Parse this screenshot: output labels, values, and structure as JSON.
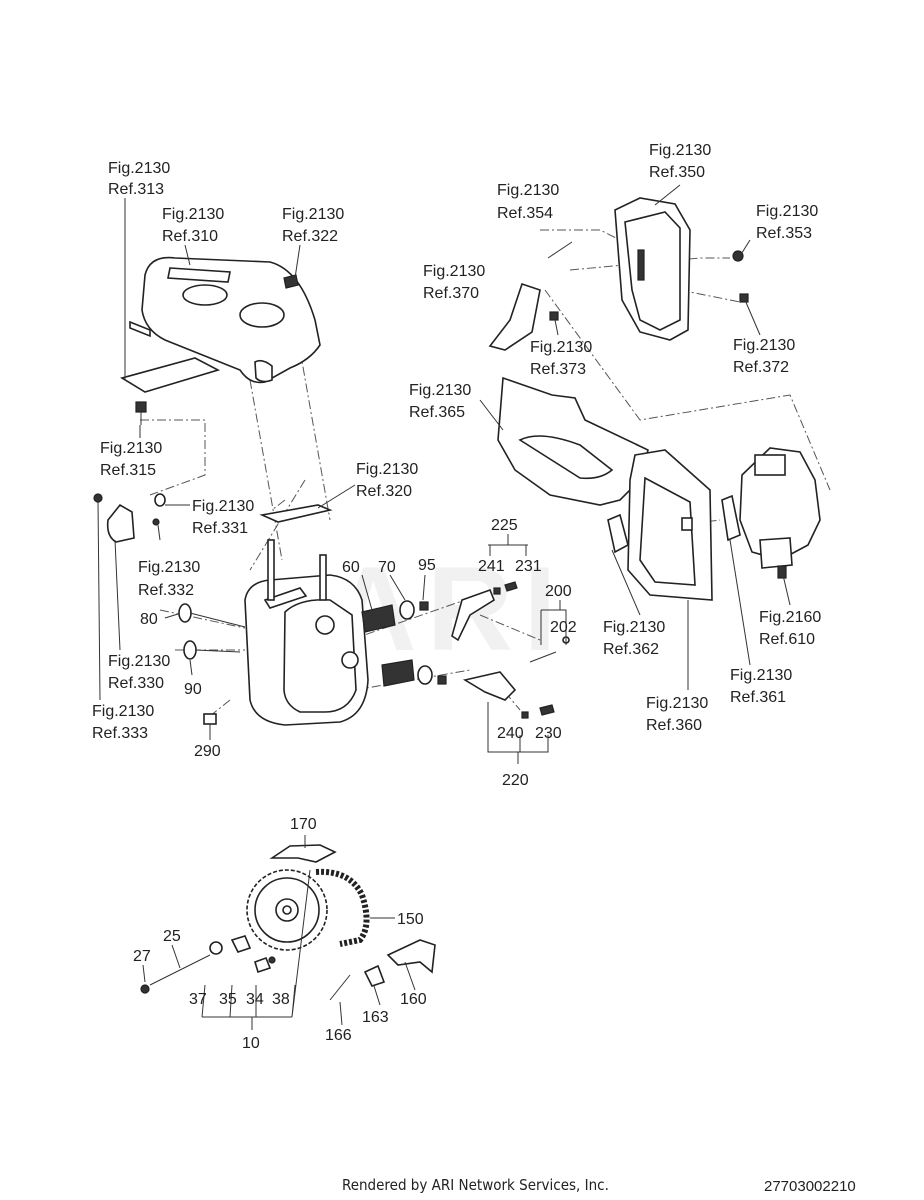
{
  "watermark": "ARI",
  "callouts": {
    "ref313": [
      "Fig.2130",
      "Ref.313"
    ],
    "ref310": [
      "Fig.2130",
      "Ref.310"
    ],
    "ref322": [
      "Fig.2130",
      "Ref.322"
    ],
    "ref315": [
      "Fig.2130",
      "Ref.315"
    ],
    "ref331": [
      "Fig.2130",
      "Ref.331"
    ],
    "ref320": [
      "Fig.2130",
      "Ref.320"
    ],
    "ref332": [
      "Fig.2130",
      "Ref.332"
    ],
    "ref330": [
      "Fig.2130",
      "Ref.330"
    ],
    "ref333": [
      "Fig.2130",
      "Ref.333"
    ],
    "ref354": [
      "Fig.2130",
      "Ref.354"
    ],
    "ref350": [
      "Fig.2130",
      "Ref.350"
    ],
    "ref353": [
      "Fig.2130",
      "Ref.353"
    ],
    "ref370": [
      "Fig.2130",
      "Ref.370"
    ],
    "ref373": [
      "Fig.2130",
      "Ref.373"
    ],
    "ref372": [
      "Fig.2130",
      "Ref.372"
    ],
    "ref365": [
      "Fig.2130",
      "Ref.365"
    ],
    "ref362": [
      "Fig.2130",
      "Ref.362"
    ],
    "ref360": [
      "Fig.2130",
      "Ref.360"
    ],
    "ref361": [
      "Fig.2130",
      "Ref.361"
    ],
    "ref610": [
      "Fig.2160",
      "Ref.610"
    ]
  },
  "numbers": {
    "n60": "60",
    "n70": "70",
    "n95": "95",
    "n80": "80",
    "n90": "90",
    "n290": "290",
    "n225": "225",
    "n241": "241",
    "n231": "231",
    "n200": "200",
    "n202": "202",
    "n240": "240",
    "n230": "230",
    "n220": "220",
    "n170": "170",
    "n150": "150",
    "n25": "25",
    "n27": "27",
    "n37": "37",
    "n35": "35",
    "n34": "34",
    "n38": "38",
    "n10": "10",
    "n166": "166",
    "n163": "163",
    "n160": "160"
  },
  "footer": {
    "credit": "Rendered by ARI Network Services, Inc.",
    "doc_id": "27703002210"
  }
}
